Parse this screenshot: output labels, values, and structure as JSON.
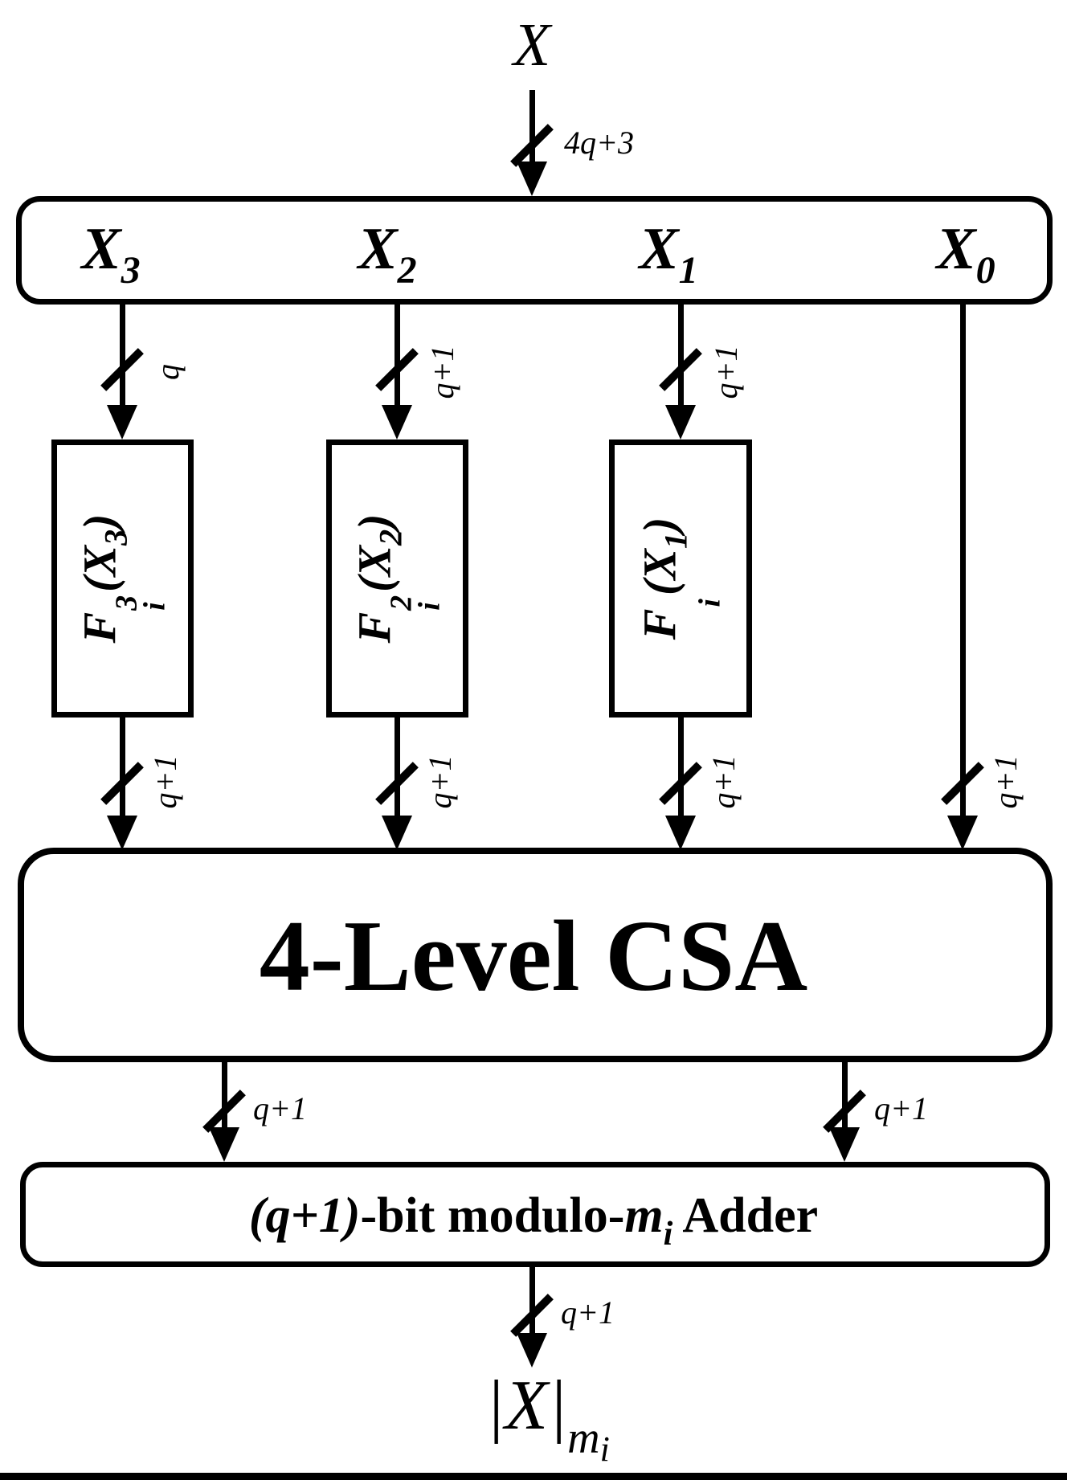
{
  "input": {
    "signal": "X",
    "bus": "4q+3"
  },
  "splitter": {
    "fields": [
      {
        "base": "X",
        "sub": "3"
      },
      {
        "base": "X",
        "sub": "2"
      },
      {
        "base": "X",
        "sub": "1"
      },
      {
        "base": "X",
        "sub": "0"
      }
    ]
  },
  "upper_buses": [
    {
      "width": "q"
    },
    {
      "width": "q+1"
    },
    {
      "width": "q+1"
    }
  ],
  "fblocks": [
    {
      "f": "F",
      "sup": "3",
      "sub": "i",
      "open": "(X",
      "argsub": "3",
      "close": ")"
    },
    {
      "f": "F",
      "sup": "2",
      "sub": "i",
      "open": "(X",
      "argsub": "2",
      "close": ")"
    },
    {
      "f": "F",
      "sup": "",
      "sub": "i",
      "open": "(X",
      "argsub": "1",
      "close": ")"
    }
  ],
  "csa": {
    "label": "4-Level CSA",
    "input_buses": [
      "q+1",
      "q+1",
      "q+1",
      "q+1"
    ],
    "output_buses": [
      "q+1",
      "q+1"
    ]
  },
  "adder": {
    "paren": "(q+1)",
    "mid": "-bit modulo-",
    "m": "m",
    "msub": "i",
    "tail": " Adder"
  },
  "output": {
    "bus": "q+1",
    "bar_left": "|",
    "x": "X",
    "bar_right": "|",
    "sub_m": "m",
    "sub_i": "i"
  },
  "colors": {
    "ink": "#000000",
    "bg": "#ffffff"
  }
}
